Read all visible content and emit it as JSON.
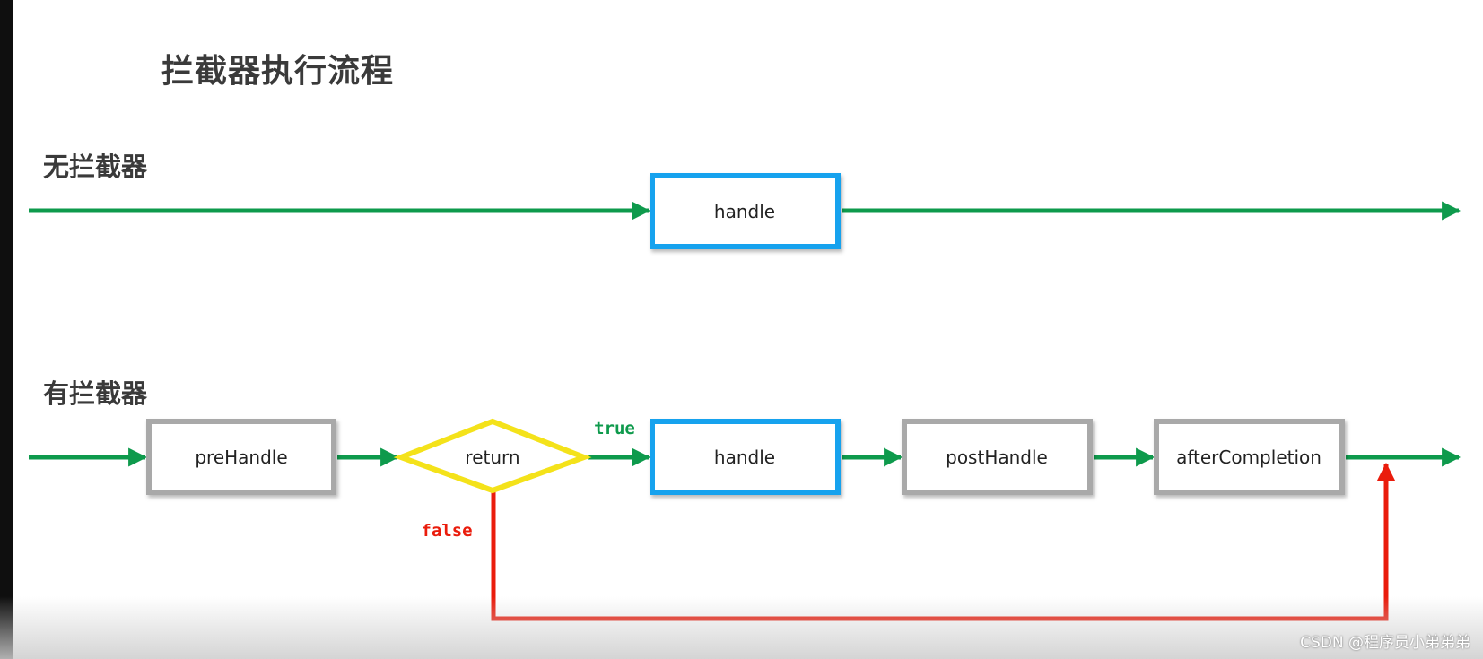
{
  "title": "拦截器执行流程",
  "sections": {
    "without": {
      "label": "无拦截器"
    },
    "with": {
      "label": "有拦截器"
    }
  },
  "nodes": {
    "handle_plain": "handle",
    "prehandle": "preHandle",
    "return_decision": "return",
    "handle": "handle",
    "posthandle": "postHandle",
    "aftercompletion": "afterCompletion"
  },
  "branches": {
    "true_label": "true",
    "false_label": "false"
  },
  "watermark": "CSDN @程序员小弟弟弟",
  "colors": {
    "flow_arrow": "#0e9a4c",
    "false_path": "#ea1c0c",
    "handle_border": "#18a2ee",
    "step_border": "#a9a9a9",
    "decision_border": "#f4e21a",
    "heading_text": "#3a3a3a"
  }
}
